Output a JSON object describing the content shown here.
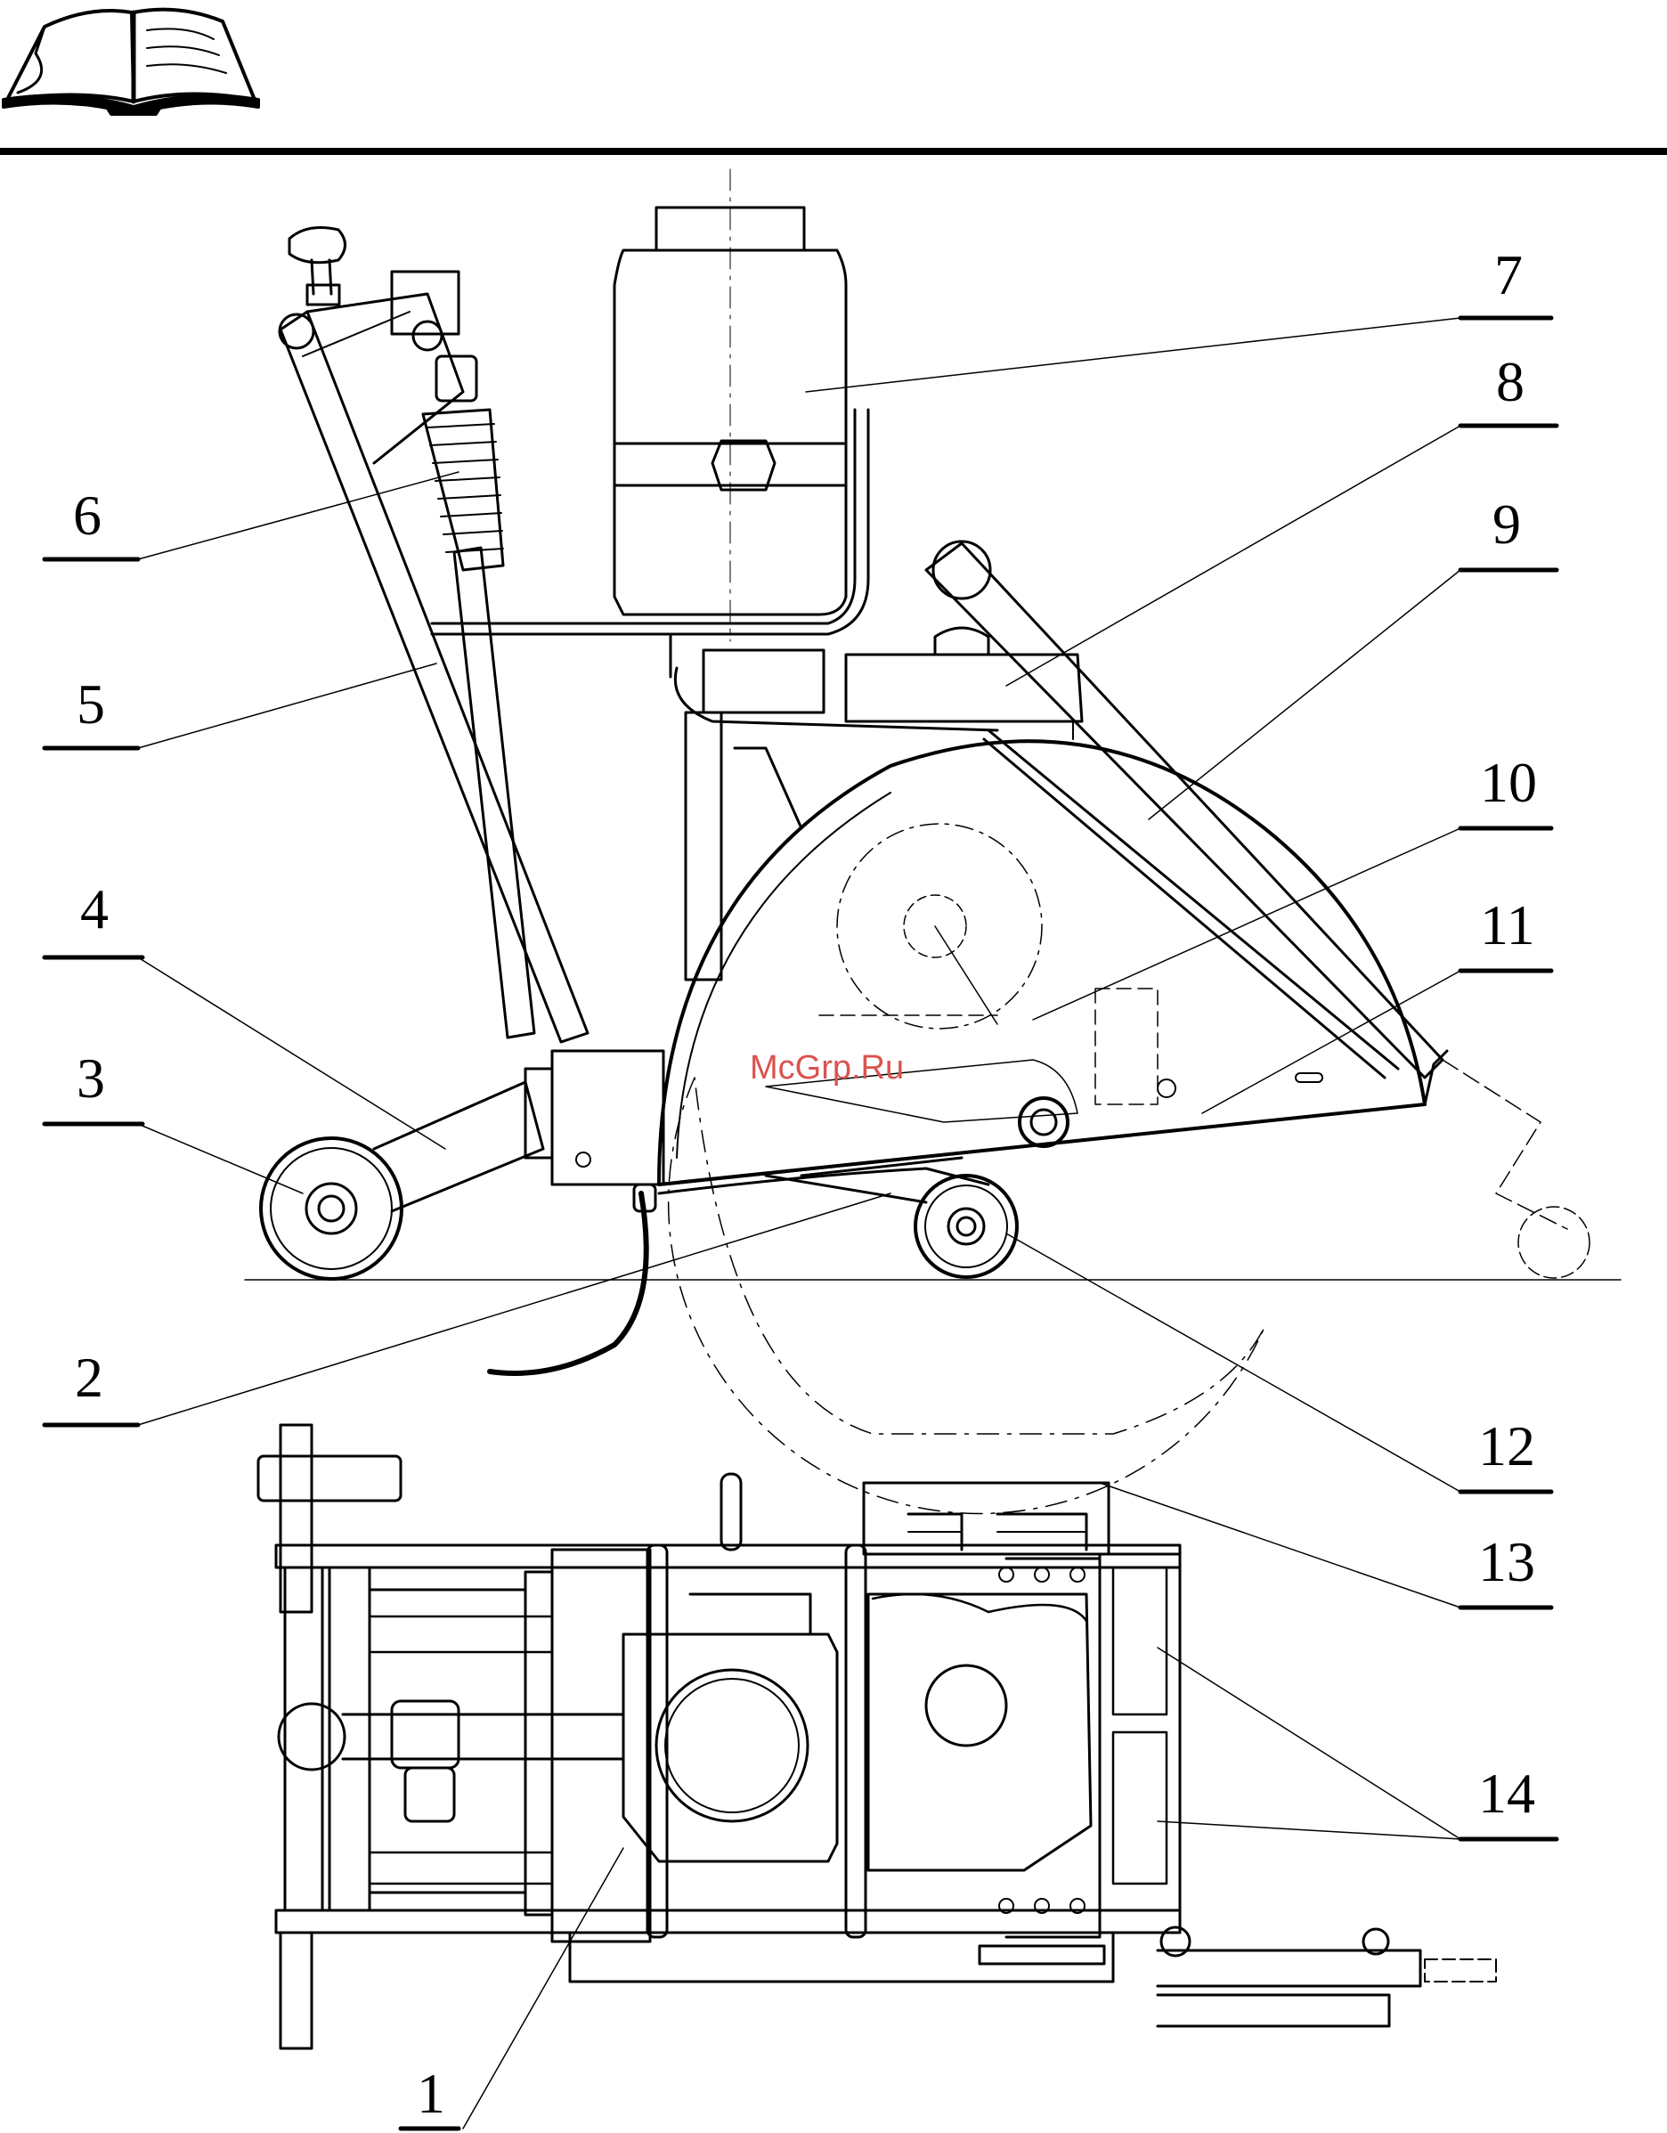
{
  "watermark": "McGrp.Ru",
  "callouts": [
    {
      "id": "1",
      "text": "1"
    },
    {
      "id": "2",
      "text": "2"
    },
    {
      "id": "3",
      "text": "3"
    },
    {
      "id": "4",
      "text": "4"
    },
    {
      "id": "5",
      "text": "5"
    },
    {
      "id": "6",
      "text": "6"
    },
    {
      "id": "7",
      "text": "7"
    },
    {
      "id": "8",
      "text": "8"
    },
    {
      "id": "9",
      "text": "9"
    },
    {
      "id": "10",
      "text": "10"
    },
    {
      "id": "11",
      "text": "11"
    },
    {
      "id": "12",
      "text": "12"
    },
    {
      "id": "13",
      "text": "13"
    },
    {
      "id": "14",
      "text": "14"
    }
  ],
  "icons": [
    "manual-book-icon"
  ],
  "colors": {
    "line": "#000000",
    "watermark": "#d9534f",
    "background": "#ffffff"
  }
}
